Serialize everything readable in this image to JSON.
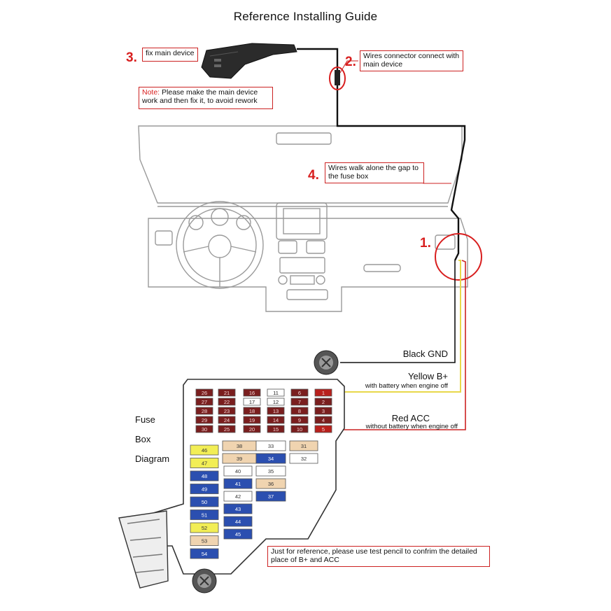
{
  "title": "Reference Installing Guide",
  "steps": [
    {
      "num": "3.",
      "text": "fix main device"
    },
    {
      "num": "2.",
      "text": "Wires connector connect with main device"
    },
    {
      "num": "4.",
      "text": "Wires walk alone the gap to the fuse box"
    },
    {
      "num": "1.",
      "text": ""
    }
  ],
  "note": {
    "label": "Note:",
    "text": " Please make the main device work and then fix it, to avoid rework"
  },
  "wires": {
    "black": {
      "label": "Black GND"
    },
    "yellow": {
      "label": "Yellow B+",
      "sub": "with battery when engine off"
    },
    "red": {
      "label": "Red ACC",
      "sub": "without battery when engine off"
    }
  },
  "fuse_box_label": {
    "line1": "Fuse",
    "line2": "Box",
    "line3": "Diagram"
  },
  "reference_note": "Just for reference, please use test pencil to confrim the detailed place of B+ and ACC",
  "fuse_rows": [
    [
      "26",
      "21",
      "16",
      "11",
      "6",
      "1"
    ],
    [
      "27",
      "22",
      "17",
      "12",
      "7",
      "2"
    ],
    [
      "28",
      "23",
      "18",
      "13",
      "8",
      "3"
    ],
    [
      "29",
      "24",
      "19",
      "14",
      "9",
      "4"
    ],
    [
      "30",
      "25",
      "20",
      "15",
      "10",
      "5"
    ]
  ],
  "fuse_left_column": [
    "46",
    "47",
    "48",
    "49",
    "50",
    "51",
    "52",
    "53",
    "54"
  ],
  "fuse_mid_column": [
    "38",
    "39",
    "40",
    "41",
    "42",
    "43",
    "44",
    "45"
  ],
  "fuse_right_column": [
    "33",
    "34",
    "35",
    "36",
    "37"
  ],
  "fuse_far_right": [
    "31",
    "32"
  ],
  "colors": {
    "accent_red": "#d81e1e",
    "yellow_wire": "#e8d84a",
    "red_wire": "#cc2222"
  }
}
